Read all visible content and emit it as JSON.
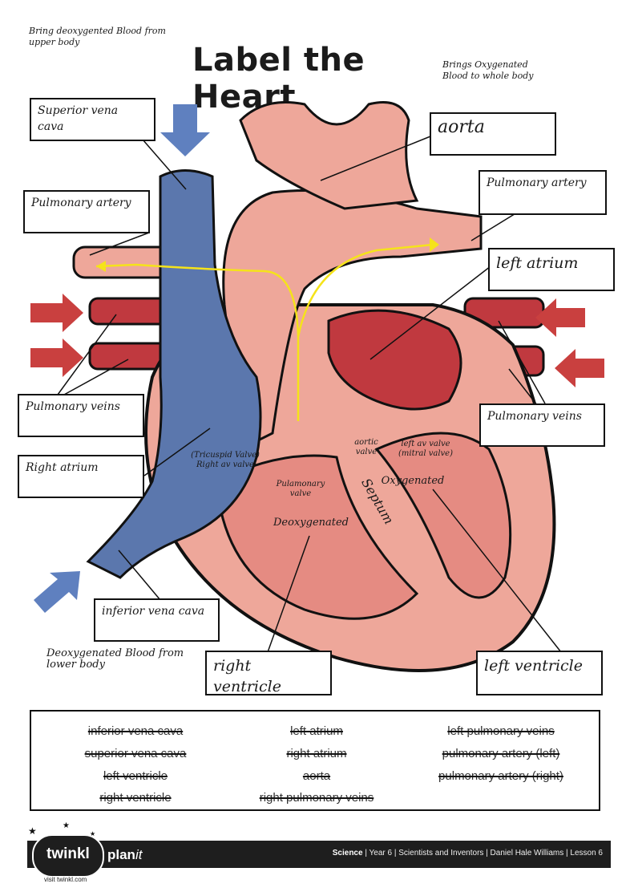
{
  "title": "Label the Heart",
  "notes": {
    "top_left": "Bring deoxygented Blood from upper body",
    "top_right": "Brings Oxygenated Blood to whole body",
    "bottom_left": "Deoxygenated Blood from lower body"
  },
  "labels": {
    "superior_vena_cava": "Superior vena cava",
    "aorta": "aorta",
    "pulmonary_artery_right": "Pulmonary artery",
    "pulmonary_artery_left": "Pulmonary artery",
    "left_atrium": "left atrium",
    "pulmonary_veins_left": "Pulmonary veins",
    "pulmonary_veins_right": "Pulmonary veins",
    "right_atrium": "Right atrium",
    "inferior_vena_cava": "inferior vena cava",
    "right_ventricle": "right ventricle",
    "left_ventricle": "left ventricle"
  },
  "annotations": {
    "tricuspid": "(Tricuspid Valve) Right av valve",
    "pulmonary_valve": "Pulamonary valve",
    "aortic_valve": "aortic valve",
    "mitral": "left av valve (mitral valve)",
    "oxygenated": "Oxygenated",
    "deoxygenated": "Deoxygenated",
    "septum": "Septum"
  },
  "word_bank": [
    {
      "text": "inferior vena cava",
      "struck": true
    },
    {
      "text": "left atrium",
      "struck": true
    },
    {
      "text": "left pulmonary veins",
      "struck": true
    },
    {
      "text": "superior vena cava",
      "struck": true
    },
    {
      "text": "right atrium",
      "struck": true
    },
    {
      "text": "pulmonary artery (left)",
      "struck": true
    },
    {
      "text": "left ventricle",
      "struck": true
    },
    {
      "text": "aorta",
      "struck": true
    },
    {
      "text": "pulmonary artery (right)",
      "struck": true
    },
    {
      "text": "right ventricle",
      "struck": true
    },
    {
      "text": "right pulmonary veins",
      "struck": true
    }
  ],
  "footer": {
    "brand": "twinkl",
    "product": "plan",
    "product_suffix": "it",
    "subject": "Science",
    "details": "| Year 6 | Scientists and Inventors | Daniel Hale Williams | Lesson 6",
    "visit": "visit twinkl.com"
  },
  "colors": {
    "deoxygenated_blue": "#5b77ad",
    "oxygenated_red": "#c0393f",
    "heart_pink": "#eea79a",
    "arrow_blue": "#5f80bf",
    "arrow_red": "#c9403f",
    "flow_yellow": "#f5e31a"
  },
  "icons": [
    "arrow-down-icon",
    "arrow-right-icon",
    "arrow-left-icon",
    "arrow-up-right-icon",
    "star-icon"
  ]
}
